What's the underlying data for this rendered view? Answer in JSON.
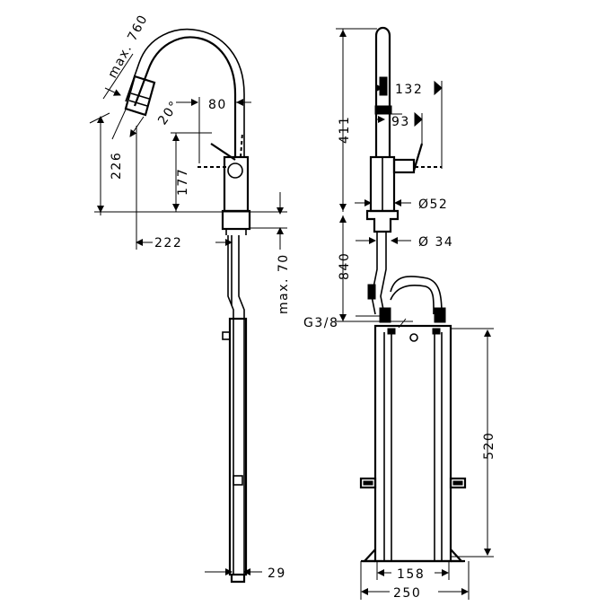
{
  "dimensions": {
    "max_760": "max. 760",
    "angle_20": "20°",
    "d80": "80",
    "d226": "226",
    "d177": "177",
    "d222": "222",
    "max_70": "max. 70",
    "d29": "29",
    "d411": "411",
    "d132": "132",
    "d93": "93",
    "dia52": "Ø52",
    "dia34": "Ø 34",
    "d840": "840",
    "thread": "G3/8",
    "d520": "520",
    "d158": "158",
    "d250": "250"
  }
}
